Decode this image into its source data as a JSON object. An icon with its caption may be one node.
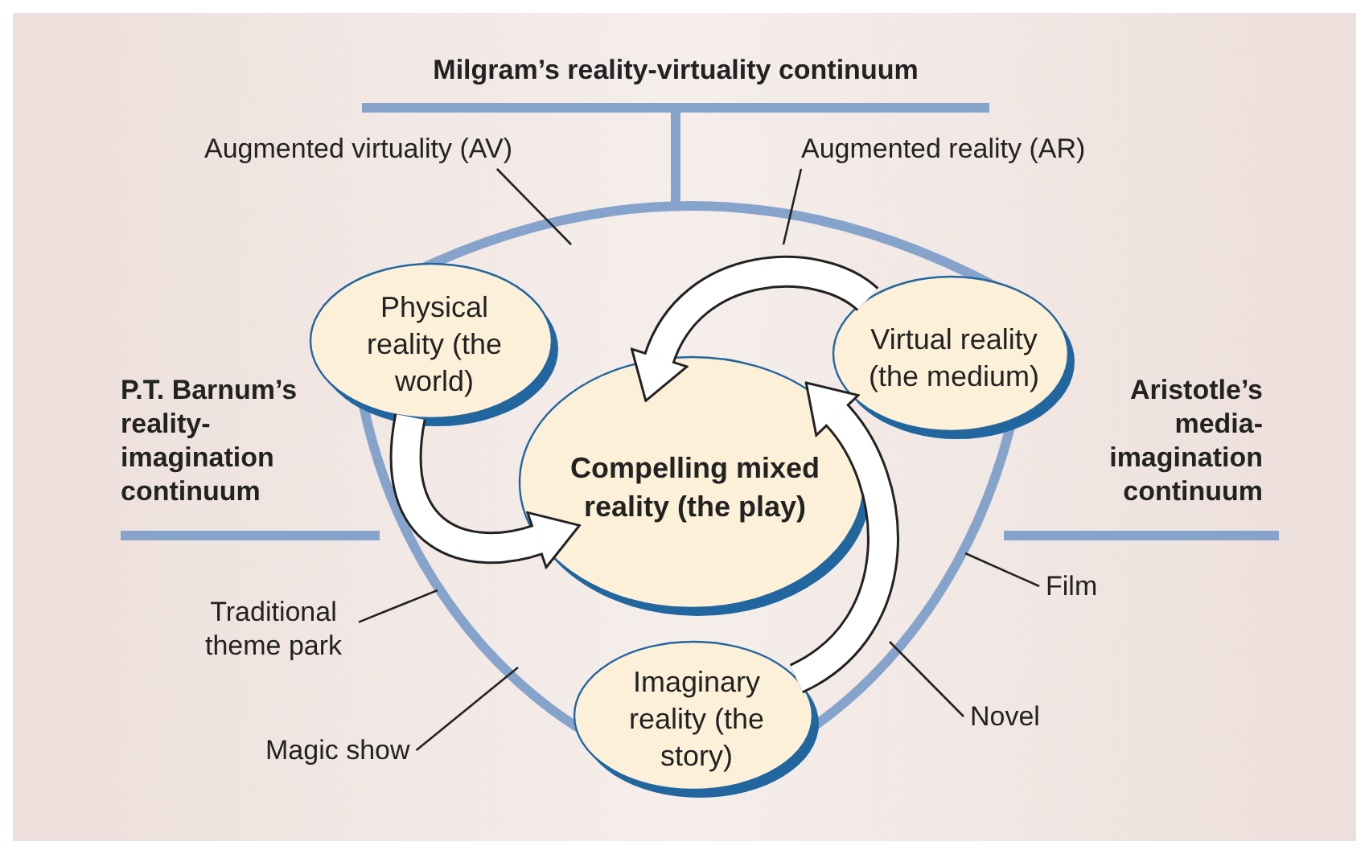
{
  "diagram": {
    "nodes": [
      {
        "text": [
          "Physical reality (the world)"
        ]
      },
      {
        "text": [
          "Virtual reality (the medium)"
        ]
      },
      {
        "text": [
          "Compelling mixed reality (the play)"
        ]
      },
      {
        "text": [
          "Imaginary reality (the story)"
        ]
      },
      {
        "text": [
          "Augmented virtuality (AV)"
        ]
      },
      {
        "text": [
          "Augmented reality (AR)"
        ]
      },
      {
        "text": [
          "Traditional theme park"
        ]
      },
      {
        "text": [
          "Magic show"
        ]
      },
      {
        "text": [
          "Film"
        ]
      },
      {
        "text": [
          "Novel"
        ]
      }
    ],
    "edges": [
      {
        "from": 0,
        "to": 2,
        "arrow": "to",
        "style": "thick"
      },
      {
        "from": 1,
        "to": 2,
        "arrow": "to",
        "style": "thick"
      },
      {
        "from": 3,
        "to": 2,
        "arrow": "to",
        "style": "thick"
      },
      {
        "from": 4,
        "to": null,
        "arrow": "none"
      },
      {
        "from": 5,
        "to": null,
        "arrow": "none"
      },
      {
        "from": 6,
        "to": null,
        "arrow": "none"
      },
      {
        "from": 7,
        "to": null,
        "arrow": "none"
      },
      {
        "from": 8,
        "to": null,
        "arrow": "none"
      },
      {
        "from": 9,
        "to": null,
        "arrow": "none"
      }
    ],
    "labels": [
      "Milgram’s reality-virtuality continuum",
      "P.T. Barnum’s reality-imagination continuum",
      "Aristotle’s media-imagination continuum"
    ]
  }
}
